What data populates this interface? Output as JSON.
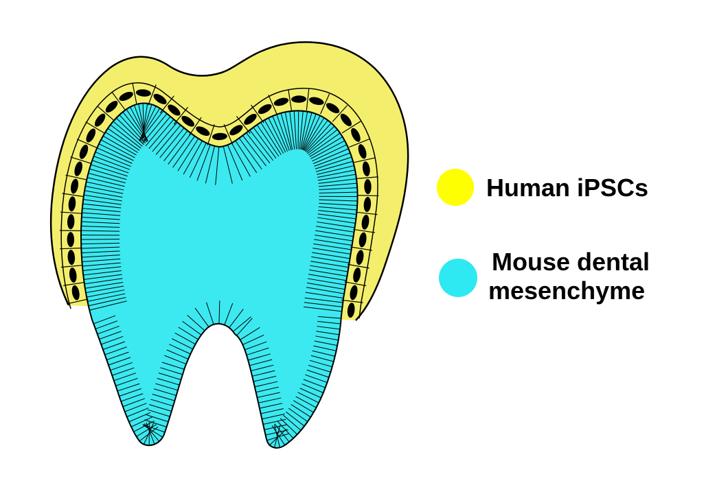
{
  "legend": {
    "items": [
      {
        "label": "Human iPSCs",
        "color": "#feff00"
      },
      {
        "label_line1": "Mouse dental",
        "label_line2": "mesenchyme",
        "color": "#2ee9f1"
      }
    ]
  },
  "diagram": {
    "background": "#ffffff",
    "outline_color": "#000000",
    "nucleus_color": "#000000",
    "regions": [
      {
        "name": "human-ipsc-epithelium",
        "color": "#f3ef6d"
      },
      {
        "name": "mouse-dental-mesenchyme",
        "color": "#3ce9f0"
      }
    ]
  }
}
